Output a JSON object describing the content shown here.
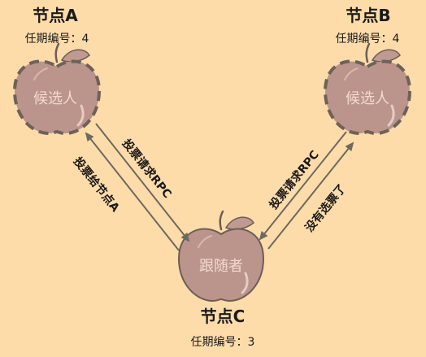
{
  "nodes": {
    "a": {
      "title": "节点A",
      "term": "任期编号：4",
      "role": "候选人"
    },
    "b": {
      "title": "节点B",
      "term": "任期编号：4",
      "role": "候选人"
    },
    "c": {
      "title": "节点C",
      "term": "任期编号：3",
      "role": "跟随者"
    }
  },
  "edges": {
    "a_to_c_request": "投票请求RPC",
    "c_to_a_vote": "投票给节点A",
    "b_to_c_request": "投票请求RPC",
    "c_to_b_vote": "没有选票了"
  },
  "colors": {
    "background": "#fddcaa",
    "apple": "#bb958c",
    "apple_highlight": "#d8b6ad",
    "leaf": "#c09a90",
    "outline": "#6b5e55",
    "candidate_dash": "#6e6258",
    "arrow": "#6b6a60",
    "role_text": "#f3d9cf"
  },
  "icons": {
    "node_shape": "apple-icon"
  }
}
